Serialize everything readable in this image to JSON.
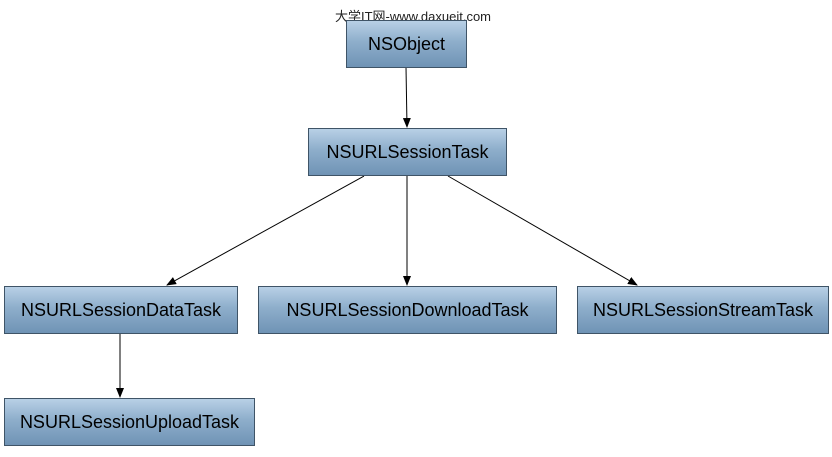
{
  "watermark": "大学IT网-www.daxueit.com",
  "nodes": {
    "object": "NSObject",
    "task": "NSURLSessionTask",
    "data_task": "NSURLSessionDataTask",
    "download_task": "NSURLSessionDownloadTask",
    "stream_task": "NSURLSessionStreamTask",
    "upload_task": "NSURLSessionUploadTask"
  },
  "colors": {
    "node_top": "#b8d0e6",
    "node_bottom": "#6f93b5",
    "node_border": "#3f5467",
    "edge": "#000000"
  }
}
